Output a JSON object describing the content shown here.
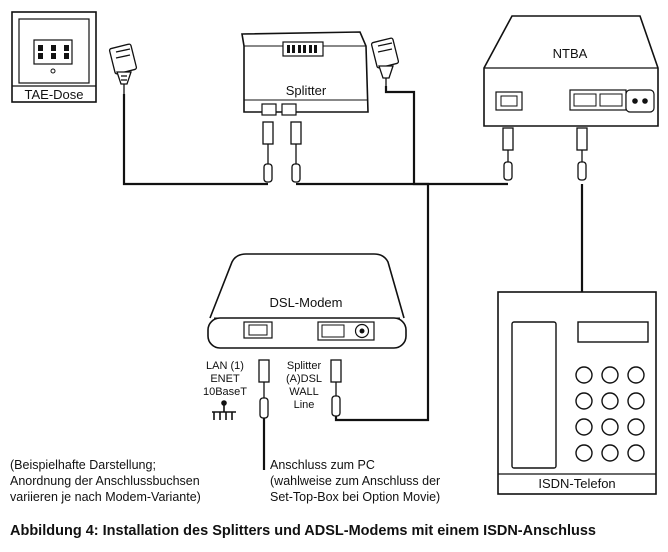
{
  "devices": {
    "tae_dose": "TAE-Dose",
    "splitter": "Splitter",
    "ntba": "NTBA",
    "dsl_modem": "DSL-Modem",
    "isdn_telefon": "ISDN-Telefon"
  },
  "ports": {
    "lan": [
      "LAN (1)",
      "ENET",
      "10BaseT"
    ],
    "splitter": [
      "Splitter",
      "(A)DSL",
      "WALL",
      "Line"
    ]
  },
  "notes": {
    "left": [
      "(Beispielhafte Darstellung;",
      "Anordnung der Anschlussbuchsen",
      "variieren je nach Modem-Variante)"
    ],
    "pc": [
      "Anschluss zum PC",
      "(wahlweise zum Anschluss der",
      "Set-Top-Box bei Option Movie)"
    ]
  },
  "caption": "Abbildung 4: Installation des Splitters und ADSL-Modems mit einem ISDN-Anschluss"
}
